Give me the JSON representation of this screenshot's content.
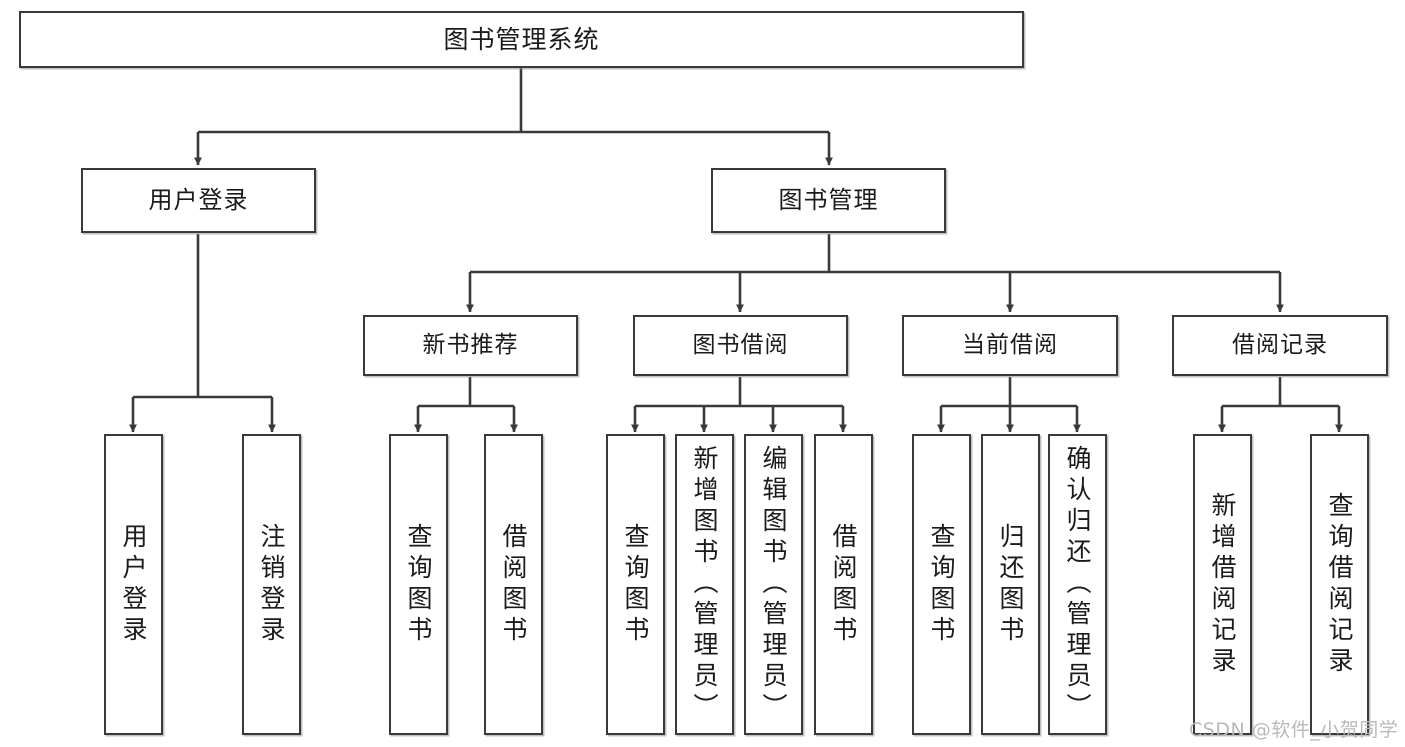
{
  "diagram": {
    "title": "图书管理系统",
    "type": "tree-hierarchy",
    "orientation": "top-down",
    "colors": {
      "box_border": "#3a3a3a",
      "box_fill": "#ffffff",
      "edge": "#3a3a3a",
      "text": "#1b1b1b",
      "watermark": "#b9b9b9",
      "background": "#ffffff"
    }
  },
  "root": {
    "label": "图书管理系统"
  },
  "level1": [
    {
      "label": "用户登录"
    },
    {
      "label": "图书管理"
    }
  ],
  "level2": [
    {
      "label": "新书推荐"
    },
    {
      "label": "图书借阅"
    },
    {
      "label": "当前借阅"
    },
    {
      "label": "借阅记录"
    }
  ],
  "leaves": {
    "user_login": [
      {
        "label": "用户登录"
      },
      {
        "label": "注销登录"
      }
    ],
    "new_book": [
      {
        "label": "查询图书"
      },
      {
        "label": "借阅图书"
      }
    ],
    "book_borrow": [
      {
        "label": "查询图书"
      },
      {
        "label": "新增图书（管理员）"
      },
      {
        "label": "编辑图书（管理员）"
      },
      {
        "label": "借阅图书"
      }
    ],
    "current_borrow": [
      {
        "label": "查询图书"
      },
      {
        "label": "归还图书"
      },
      {
        "label": "确认归还（管理员）"
      }
    ],
    "borrow_record": [
      {
        "label": "新增借阅记录"
      },
      {
        "label": "查询借阅记录"
      }
    ]
  },
  "watermark": {
    "text": "CSDN @软件_小贺同学"
  }
}
